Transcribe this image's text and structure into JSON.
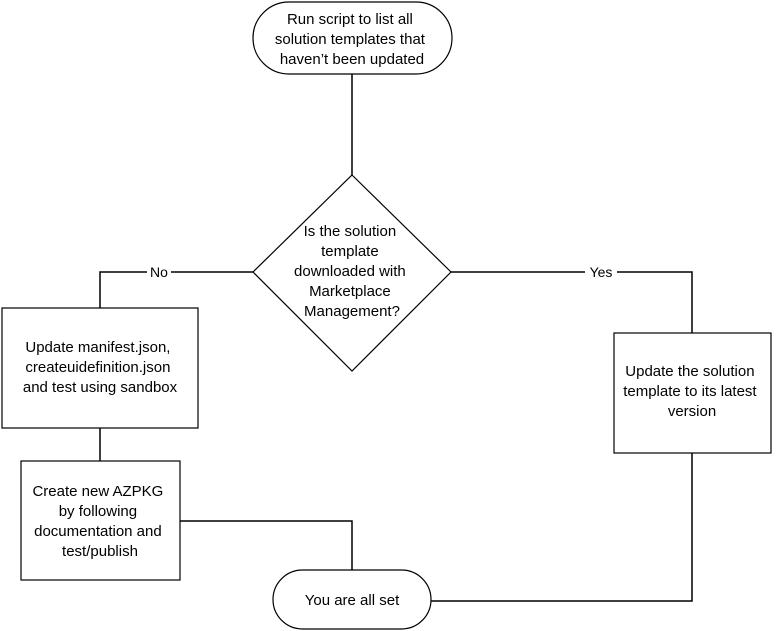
{
  "diagram": {
    "start": {
      "lines": [
        "Run script to list all",
        "solution templates that",
        "haven’t been updated"
      ]
    },
    "decision": {
      "lines": [
        "Is the solution",
        "template",
        "downloaded with",
        "Marketplace",
        "Management?"
      ]
    },
    "update_manifest": {
      "lines": [
        "Update manifest.json,",
        "createuidefinition.json",
        "and test using sandbox"
      ]
    },
    "create_azpkg": {
      "lines": [
        "Create new AZPKG",
        "by following",
        "documentation and",
        "test/publish"
      ]
    },
    "update_template": {
      "lines": [
        "Update the solution",
        "template to its latest",
        "version"
      ]
    },
    "end": {
      "lines": [
        "You are all set"
      ]
    },
    "edges": {
      "no_label": "No",
      "yes_label": "Yes"
    },
    "colors": {
      "stroke": "#000000",
      "fill": "#ffffff",
      "text": "#000000"
    }
  }
}
